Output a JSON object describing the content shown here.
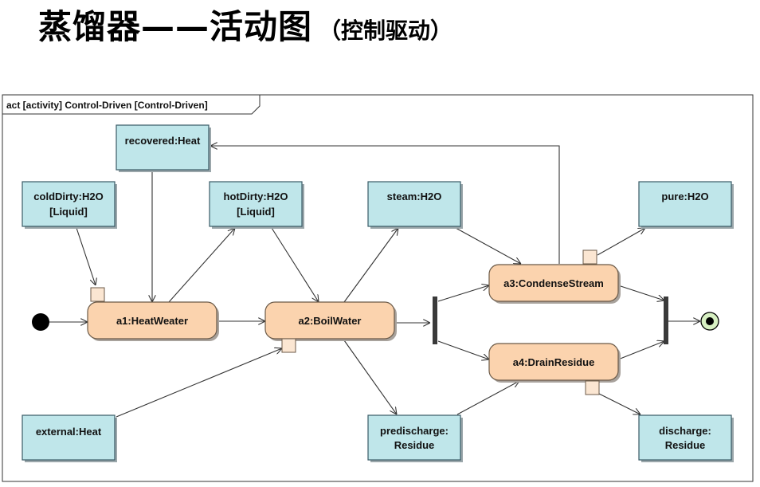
{
  "title": {
    "main": "蒸馏器——活动图",
    "sub": "（控制驱动）"
  },
  "frame": {
    "label": "act [activity] Control-Driven [Control-Driven]"
  },
  "objects": {
    "recovered": {
      "lines": [
        "recovered:Heat"
      ]
    },
    "coldDirty": {
      "lines": [
        "coldDirty:H2O",
        "[Liquid]"
      ]
    },
    "hotDirty": {
      "lines": [
        "hotDirty:H2O",
        "[Liquid]"
      ]
    },
    "steam": {
      "lines": [
        "steam:H2O"
      ]
    },
    "pure": {
      "lines": [
        "pure:H2O"
      ]
    },
    "external": {
      "lines": [
        "external:Heat"
      ]
    },
    "predischarge": {
      "lines": [
        "predischarge:",
        "Residue"
      ]
    },
    "discharge": {
      "lines": [
        "discharge:",
        "Residue"
      ]
    }
  },
  "actions": {
    "a1": {
      "label": "a1:HeatWeater"
    },
    "a2": {
      "label": "a2:BoilWater"
    },
    "a3": {
      "label": "a3:CondenseStream"
    },
    "a4": {
      "label": "a4:DrainResidue"
    }
  }
}
